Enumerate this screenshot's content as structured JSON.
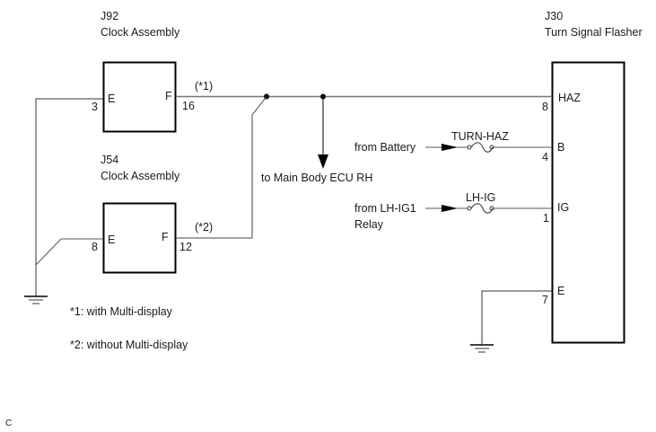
{
  "components": {
    "j92": {
      "code": "J92",
      "name": "Clock Assembly",
      "pin_left_label": "E",
      "pin_left_num": "3",
      "pin_right_label": "F",
      "pin_right_num": "16",
      "wire_note": "(*1)"
    },
    "j54": {
      "code": "J54",
      "name": "Clock Assembly",
      "pin_left_label": "E",
      "pin_left_num": "8",
      "pin_right_label": "F",
      "pin_right_num": "12",
      "wire_note": "(*2)"
    },
    "j30": {
      "code": "J30",
      "name": "Turn Signal Flasher",
      "pins": [
        {
          "label": "HAZ",
          "num": "8"
        },
        {
          "label": "B",
          "num": "4"
        },
        {
          "label": "IG",
          "num": "1"
        },
        {
          "label": "E",
          "num": "7"
        }
      ]
    }
  },
  "connections": {
    "main_body_ecu": "to Main Body ECU RH",
    "battery_source": "from Battery",
    "battery_fuse": "TURN-HAZ",
    "relay_source_line1": "from LH-IG1",
    "relay_source_line2": "Relay",
    "relay_fuse": "LH-IG"
  },
  "notes": {
    "note1": "*1: with Multi-display",
    "note2": "*2: without Multi-display"
  },
  "footer_code": "C"
}
